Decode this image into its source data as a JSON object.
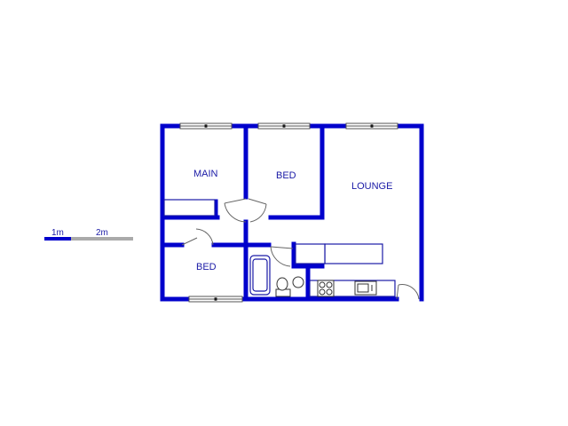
{
  "scale_bar": {
    "label_1": "1m",
    "label_2": "2m"
  },
  "rooms": {
    "main": "MAIN",
    "bed_top": "BED",
    "lounge": "LOUNGE",
    "bed_bottom": "BED"
  },
  "colors": {
    "wall": "#0000cc",
    "fixture": "#1a1aa6",
    "scale_bar_grey": "#aaaaaa",
    "background": "#ffffff"
  }
}
